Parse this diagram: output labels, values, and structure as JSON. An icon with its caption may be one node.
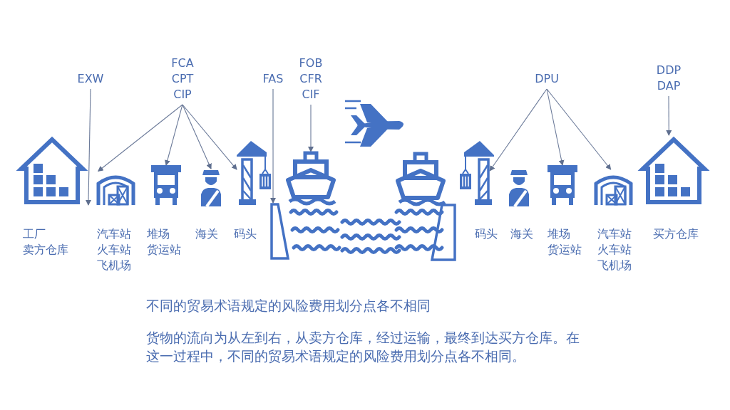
{
  "diagram": {
    "nodes": [
      {
        "text": [
          "EXW"
        ]
      },
      {
        "text": [
          "FCA",
          "CPT",
          "CIP"
        ]
      },
      {
        "text": [
          "FAS"
        ]
      },
      {
        "text": [
          "FOB",
          "CFR",
          "CIF"
        ]
      },
      {
        "text": [
          "DPU"
        ]
      },
      {
        "text": [
          "DDP",
          "DAP"
        ]
      },
      {
        "text": [],
        "shape": "picture",
        "beside": [
          "工厂",
          "卖方仓库"
        ]
      },
      {
        "text": [],
        "shape": "picture",
        "beside": [
          "汽车站",
          "火车站",
          "飞机场"
        ]
      },
      {
        "text": [],
        "shape": "picture",
        "beside": [
          "堆场",
          "货运站"
        ]
      },
      {
        "text": [],
        "shape": "picture",
        "beside": [
          "海关"
        ]
      },
      {
        "text": [],
        "shape": "picture",
        "beside": [
          "码头"
        ]
      },
      {
        "text": [],
        "shape": "picture"
      },
      {
        "text": [],
        "shape": "picture"
      },
      {
        "text": [],
        "shape": "picture",
        "beside": [
          "码头"
        ]
      },
      {
        "text": [],
        "shape": "picture",
        "beside": [
          "海关"
        ]
      },
      {
        "text": [],
        "shape": "picture",
        "beside": [
          "堆场",
          "货运站"
        ]
      },
      {
        "text": [],
        "shape": "picture",
        "beside": [
          "汽车站",
          "火车站",
          "飞机场"
        ]
      },
      {
        "text": [],
        "shape": "picture",
        "beside": [
          "买方仓库"
        ]
      }
    ],
    "edges": [
      {
        "from": 0,
        "to": 6,
        "arrow": "to"
      },
      {
        "from": 1,
        "to": 7,
        "arrow": "to"
      },
      {
        "from": 1,
        "to": 8,
        "arrow": "to"
      },
      {
        "from": 1,
        "to": 9,
        "arrow": "to"
      },
      {
        "from": 1,
        "to": 10,
        "arrow": "to"
      },
      {
        "from": 2,
        "to": 11,
        "arrow": "to"
      },
      {
        "from": 3,
        "to": 12,
        "arrow": "to"
      },
      {
        "from": 4,
        "to": 13,
        "arrow": "to"
      },
      {
        "from": 4,
        "to": 15,
        "arrow": "to"
      },
      {
        "from": 4,
        "to": 16,
        "arrow": "to"
      },
      {
        "from": 5,
        "to": 17,
        "arrow": "to"
      }
    ],
    "labels": [
      "不同的贸易术语规定的风险费用划分点各不相同",
      "货物的流向为从左到右，从卖方仓库，经过运输，最终到达买方仓库。在这一过程中，不同的贸易术语规定的风险费用划分点各不相同。"
    ]
  }
}
